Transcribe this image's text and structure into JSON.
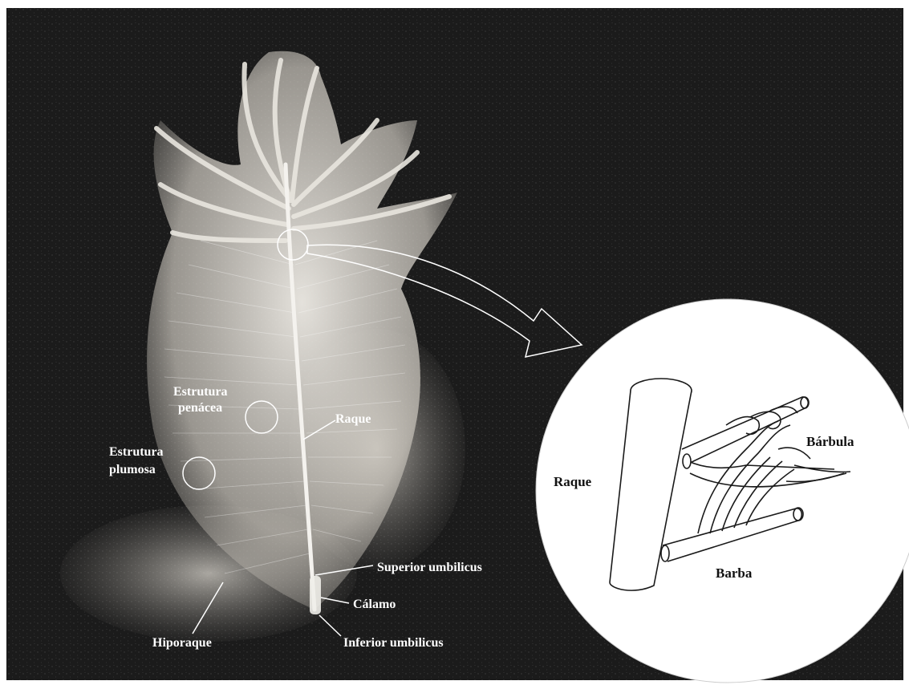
{
  "photo_labels": {
    "estrutura_penacea_1": "Estrutura",
    "estrutura_penacea_2": "penácea",
    "estrutura_plumosa_1": "Estrutura",
    "estrutura_plumosa_2": "plumosa",
    "raque": "Raque",
    "superior_umbilicus": "Superior umbilicus",
    "calamo": "Cálamo",
    "hiporaque": "Hiporaque",
    "inferior_umbilicus": "Inferior umbilicus"
  },
  "inset_labels": {
    "raque": "Raque",
    "barbula": "Bárbula",
    "barba": "Barba"
  },
  "colors": {
    "background": "#1a1a1a",
    "feather": "#e8e4dc",
    "label_on_photo": "#ffffff",
    "label_on_inset": "#111111",
    "inset_fill": "#ffffff"
  }
}
